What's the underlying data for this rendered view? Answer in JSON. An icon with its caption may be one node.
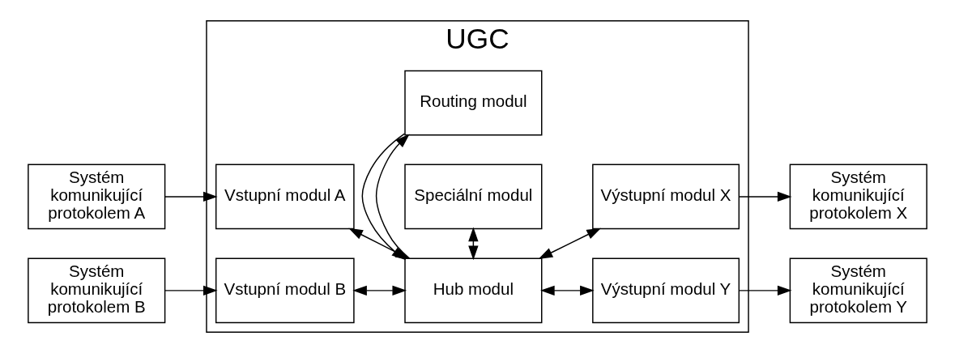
{
  "diagram": {
    "nodes": [
      {
        "text": [
          "UGC"
        ]
      },
      {
        "text": [
          "Systém komunikující protokolem A"
        ]
      },
      {
        "text": [
          "Vstupní modul A"
        ],
        "in": 0
      },
      {
        "text": [
          "Routing modul"
        ],
        "in": 0
      },
      {
        "text": [
          "Výstupní modul X"
        ],
        "in": 0
      },
      {
        "text": [
          "Systém komunikující protokolem X"
        ]
      },
      {
        "text": [
          "Systém komunikující protokolem B"
        ]
      },
      {
        "text": [
          "Vstupní modul B"
        ],
        "in": 0
      },
      {
        "text": [
          "Hub modul"
        ],
        "in": 0
      },
      {
        "text": [
          "Výstupní modul Y"
        ],
        "in": 0
      },
      {
        "text": [
          "Systém komunikující protokolem Y"
        ]
      },
      {
        "text": [
          "Speciální modul"
        ],
        "in": 0
      }
    ],
    "edges": [
      {
        "from": 1,
        "to": 2,
        "arrow": "to"
      },
      {
        "from": 6,
        "to": 7,
        "arrow": "to"
      },
      {
        "from": 2,
        "to": 8,
        "arrow": "both"
      },
      {
        "from": 7,
        "to": 8,
        "arrow": "both"
      },
      {
        "from": 8,
        "to": 3,
        "arrow": "to"
      },
      {
        "from": 3,
        "to": 8,
        "arrow": "to"
      },
      {
        "from": 8,
        "to": 4,
        "arrow": "both"
      },
      {
        "from": 8,
        "to": 9,
        "arrow": "both"
      },
      {
        "from": 8,
        "to": 11,
        "arrow": "both"
      },
      {
        "from": 4,
        "to": 5,
        "arrow": "to"
      },
      {
        "from": 9,
        "to": 10,
        "arrow": "to"
      }
    ]
  }
}
